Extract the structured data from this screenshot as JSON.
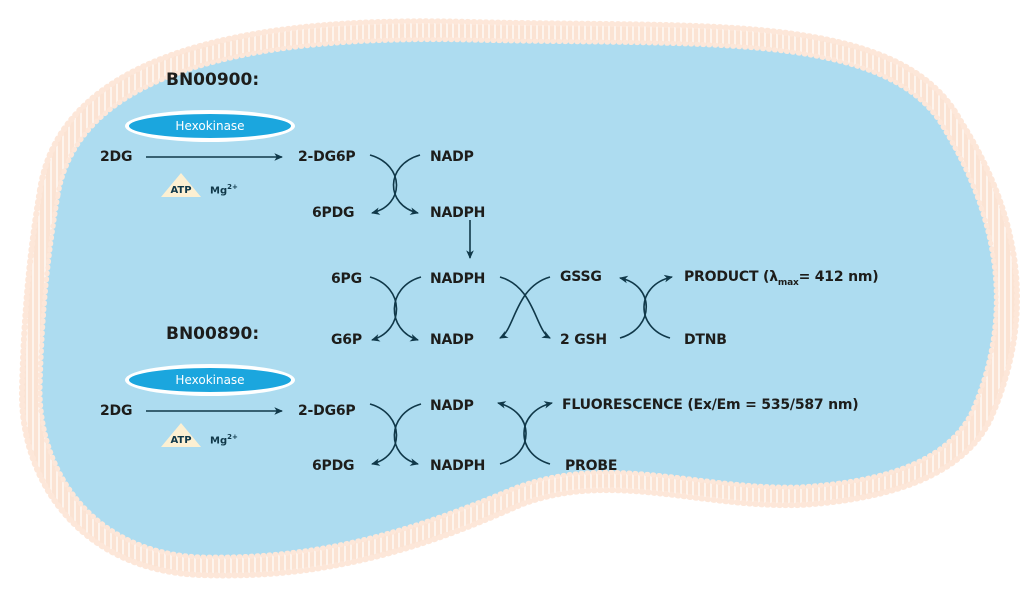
{
  "colors": {
    "cytoplasm": "#addcf0",
    "membrane": "#fdebe0",
    "arrow": "#103849",
    "enzyme": "#1ba6de",
    "text": "#1d1d1b",
    "cofactor_fill": "#fdf0d2"
  },
  "kits": [
    {
      "title": "BN00900:",
      "enzyme": "Hexokinase",
      "substrate": "2DG",
      "cofactors": {
        "atp": "ATP",
        "mg": "Mg",
        "mg_charge": "2+"
      },
      "reaction1": {
        "in": "2-DG6P",
        "out": "6PDG",
        "co_in": "NADP",
        "co_out": "NADPH"
      },
      "reaction2": {
        "in": "6PG",
        "out": "G6P",
        "co_in": "NADPH",
        "co_out": "NADP"
      },
      "reaction3": {
        "in": "GSSG",
        "out": "2 GSH"
      },
      "reaction4": {
        "in": "DTNB",
        "product_prefix": "PRODUCT (λ",
        "product_sub": "max",
        "product_suffix": "= 412 nm)"
      }
    },
    {
      "title": "BN00890:",
      "enzyme": "Hexokinase",
      "substrate": "2DG",
      "cofactors": {
        "atp": "ATP",
        "mg": "Mg",
        "mg_charge": "2+"
      },
      "reaction1": {
        "in": "2-DG6P",
        "out": "6PDG",
        "co_in": "NADP",
        "co_out": "NADPH"
      },
      "reaction2": {
        "in": "PROBE",
        "product": "FLUORESCENCE (Ex/Em = 535/587 nm)"
      }
    }
  ]
}
